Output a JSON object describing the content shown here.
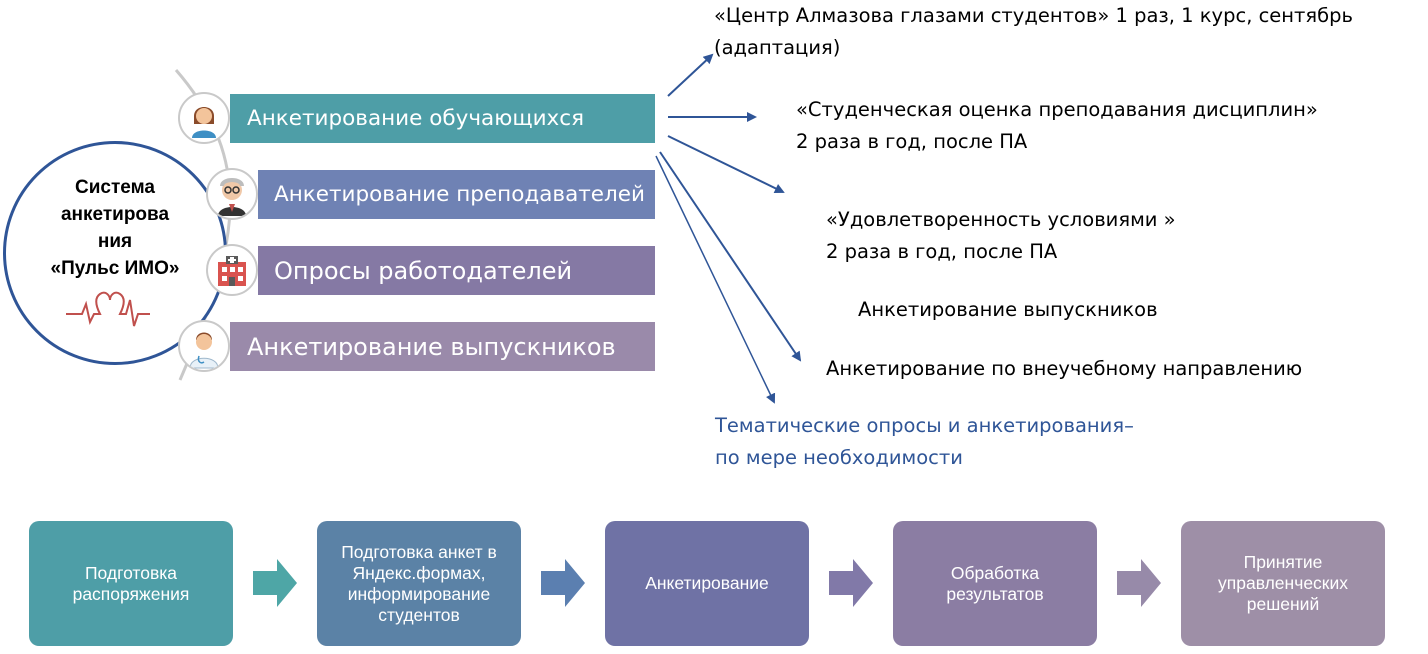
{
  "system": {
    "title": "Система\nанкетирова\nния\n«Пульс ИМО»"
  },
  "bars": [
    {
      "label": "Анкетирование обучающихся",
      "color": "#4e9ea7"
    },
    {
      "label": "Анкетирование преподавателей",
      "color": "#6f82b4"
    },
    {
      "label": "Опросы работодателей",
      "color": "#8579a4"
    },
    {
      "label": "Анкетирование выпускников",
      "color": "#9a8aaa"
    }
  ],
  "icons": {
    "bar0": "female-student-icon",
    "bar1": "elderly-teacher-icon",
    "bar2": "hospital-building-icon",
    "bar3": "doctor-icon"
  },
  "notes": {
    "n1_line1": "«Центр Алмазова глазами студентов» 1 раз, 1 курс, сентябрь",
    "n1_line2": "(адаптация)",
    "n2_line1": "«Студенческая оценка преподавания дисциплин»",
    "n2_line2": "2 раза в год, после ПА",
    "n3_line1": "«Удовлетворенность условиями »",
    "n3_line2": " 2 раза в год, после ПА",
    "n4": "Анкетирование выпускников",
    "n5": "Анкетирование по внеучебному направлению",
    "n6_line1": "Тематические опросы и анкетирования–",
    "n6_line2": "по мере необходимости"
  },
  "process": [
    {
      "label": "Подготовка распоряжения",
      "color": "#4e9ea7"
    },
    {
      "label": "Подготовка анкет в Яндекс.формах, информирование студентов",
      "color": "#5b82a6"
    },
    {
      "label": "Анкетирование",
      "color": "#6f72a5"
    },
    {
      "label": "Обработка результатов",
      "color": "#8b7da3"
    },
    {
      "label": "Принятие управленческих решений",
      "color": "#9e8fa7"
    }
  ],
  "colors": {
    "circle_border": "#2f5597",
    "arrow": "#2f5597",
    "thematic_text": "#2f5597",
    "heartbeat": "#c0504d"
  }
}
